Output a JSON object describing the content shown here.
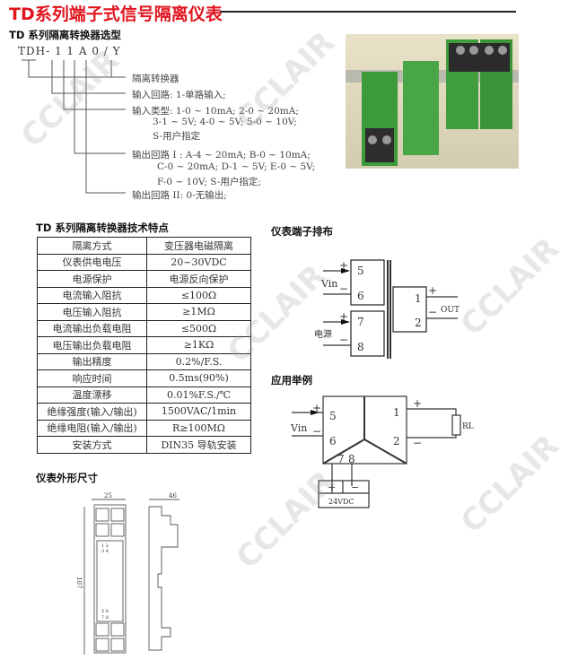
{
  "title": "TD系列端子式信号隔离仪表",
  "selection": {
    "heading": "TD 系列隔离转换器选型",
    "code": "TDH- 1 1 A 0 / Y",
    "lines": [
      "隔离转换器",
      "输入回路: 1-单路输入;",
      "输入类型: 1-0 ~ 10mA; 2-0 ~ 20mA;",
      "3-1 ~ 5V; 4-0 ~ 5V; 5-0 ~ 10V;",
      "S-用户指定",
      "输出回路 I : A-4 ~ 20mA; B-0 ~ 10mA;",
      "C-0 ~ 20mA; D-1 ~ 5V; E-0 ~ 5V;",
      "F-0 ~ 10V; S-用户指定;",
      "输出回路 II: 0-无输出;"
    ]
  },
  "specs": {
    "heading": "TD 系列隔离转换器技术特点",
    "rows": [
      [
        "隔离方式",
        "变压器电磁隔离"
      ],
      [
        "仪表供电电压",
        "20~30VDC"
      ],
      [
        "电源保护",
        "电源反向保护"
      ],
      [
        "电流输入阻抗",
        "≤100Ω"
      ],
      [
        "电压输入阻抗",
        "≥1MΩ"
      ],
      [
        "电流输出负载电阻",
        "≤500Ω"
      ],
      [
        "电压输出负载电阻",
        "≥1KΩ"
      ],
      [
        "输出精度",
        "0.2%/F.S."
      ],
      [
        "响应时间",
        "0.5ms(90%)"
      ],
      [
        "温度漂移",
        "0.01%F.S./℃"
      ],
      [
        "绝缘强度(输入/输出)",
        "1500VAC/1min"
      ],
      [
        "绝缘电阻(输入/输出)",
        "R≥100MΩ"
      ],
      [
        "安装方式",
        "DIN35 导轨安装"
      ]
    ]
  },
  "terminals": {
    "heading": "仪表端子排布",
    "vin": "Vin",
    "power": "电源",
    "out": "OUT",
    "plus": "+",
    "minus": "−",
    "t5": "5",
    "t6": "6",
    "t7": "7",
    "t8": "8",
    "t1": "1",
    "t2": "2"
  },
  "application": {
    "heading": "应用举例",
    "vin": "Vin",
    "rl": "RL",
    "supply": "24VDC",
    "plus": "+",
    "minus": "−",
    "t5": "5",
    "t6": "6",
    "t7": "7",
    "t8": "8",
    "t1": "1",
    "t2": "2"
  },
  "dimensions": {
    "heading": "仪表外形尺寸",
    "width": "25",
    "depth": "46",
    "height": "107",
    "top_terms": "1  2",
    "top_terms2": "3  4",
    "bot_terms": "5  6",
    "bot_terms2": "7  8"
  },
  "watermark": "CCLAIR"
}
